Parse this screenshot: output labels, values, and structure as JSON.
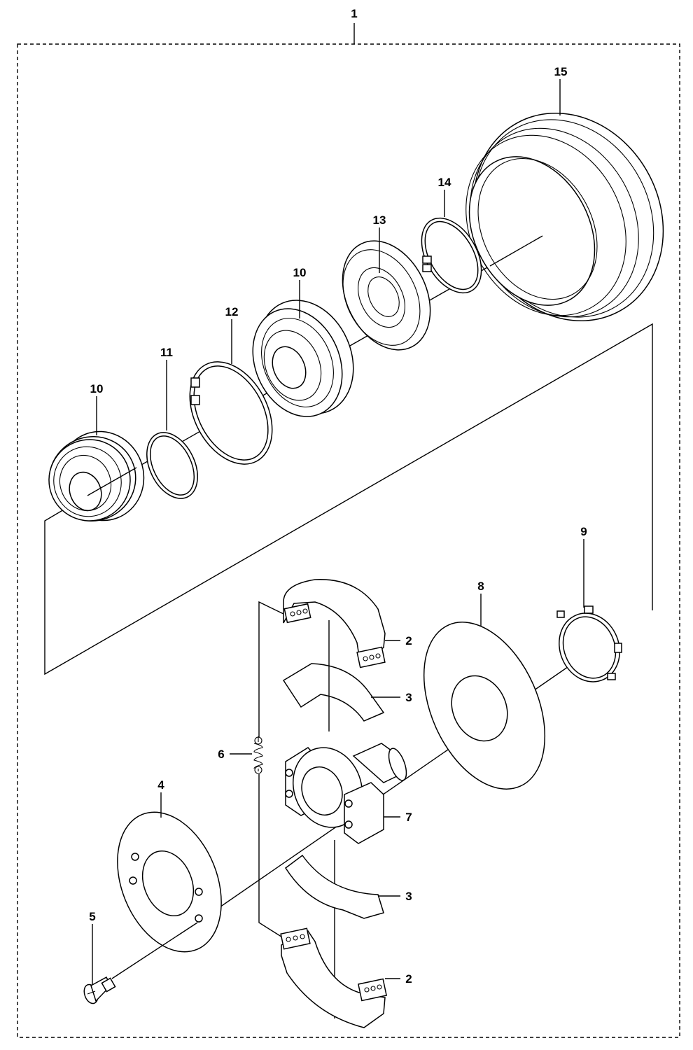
{
  "callouts": [
    {
      "id": "c1",
      "text": "1"
    },
    {
      "id": "c15",
      "text": "15"
    },
    {
      "id": "c14",
      "text": "14"
    },
    {
      "id": "c13",
      "text": "13"
    },
    {
      "id": "c10a",
      "text": "10"
    },
    {
      "id": "c12",
      "text": "12"
    },
    {
      "id": "c11",
      "text": "11"
    },
    {
      "id": "c10b",
      "text": "10"
    },
    {
      "id": "c9",
      "text": "9"
    },
    {
      "id": "c8",
      "text": "8"
    },
    {
      "id": "c2a",
      "text": "2"
    },
    {
      "id": "c3a",
      "text": "3"
    },
    {
      "id": "c6",
      "text": "6"
    },
    {
      "id": "c7",
      "text": "7"
    },
    {
      "id": "c4",
      "text": "4"
    },
    {
      "id": "c3b",
      "text": "3"
    },
    {
      "id": "c5",
      "text": "5"
    },
    {
      "id": "c2b",
      "text": "2"
    }
  ]
}
